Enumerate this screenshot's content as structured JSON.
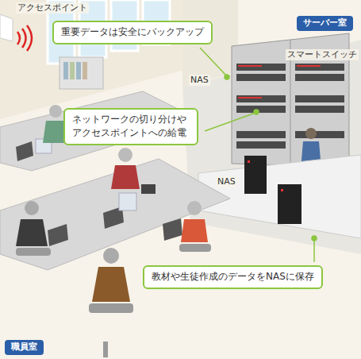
{
  "diagram": {
    "nodes": [
      {
        "text": [
          "サーバー室"
        ]
      },
      {
        "text": [
          "重要データは安全にバックアップ"
        ]
      },
      {
        "text": [
          "ネットワークの切り分けや アクセスポイントへの給電"
        ]
      },
      {
        "text": [
          "教材や生徒作成のデータをNASに保存"
        ]
      },
      {
        "text": [
          "職員室"
        ]
      }
    ],
    "labels": [
      "アクセスポイント",
      "NAS",
      "スマートスイッチ",
      "NAS"
    ]
  }
}
